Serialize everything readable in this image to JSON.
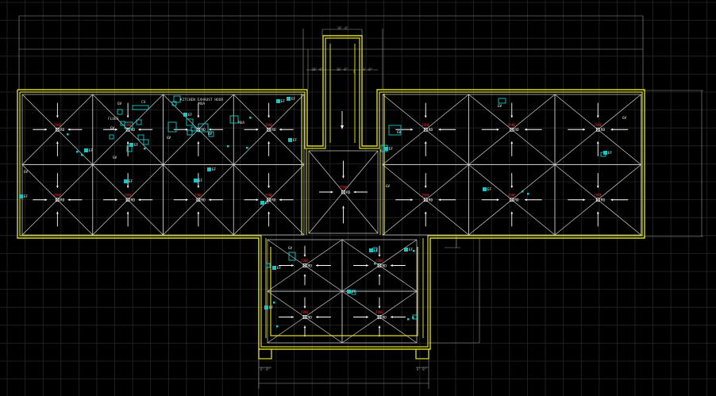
{
  "colors": {
    "background": "#000000",
    "grid": "#262626",
    "wall": "#d9d92a",
    "line": "#cfcfcf",
    "device": "#16c7c7",
    "zone_text": "#e0302a",
    "dim": "#9a9a9a"
  },
  "dimensions": {
    "overall_top": "",
    "left_wing": "",
    "right_wing": "",
    "corridor_top": "18'-0\"",
    "corridor_left": "10'-0\"",
    "corridor_center": "10'-0\"",
    "corridor_right": "10'-0\"",
    "bottom_left_leg": "6'-8\"",
    "bottom_right_leg": "6'-8\"",
    "bottom_overall": "",
    "right_side": "",
    "lower_right": "",
    "small_right": ""
  },
  "labels": {
    "kitchen_hood_1": "KITCHEN EXHAUST HOOD",
    "kitchen_hood_2": "MUA",
    "flues": "FLUES",
    "cu": "CU",
    "mua": "MUA",
    "zone_prefix": "ZONE",
    "rd": "RD",
    "gv": "GV",
    "ef": "EF"
  },
  "icons": {
    "supply_arrow": "arrow-icon",
    "return_diffuser": "return-diffuser-icon",
    "exhaust_fan": "exhaust-fan-icon",
    "gas_valve": "gas-valve-icon"
  }
}
